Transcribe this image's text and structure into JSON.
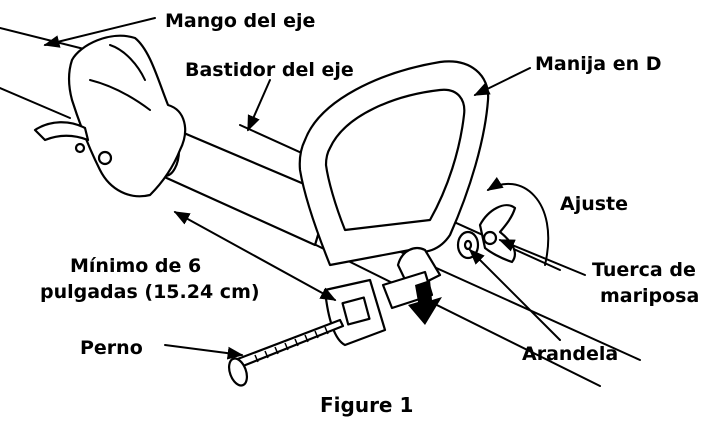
{
  "figure": {
    "caption": "Figure 1",
    "labels": {
      "shaft_handle": "Mango del eje",
      "shaft_housing": "Bastidor del eje",
      "d_handle": "Manija en D",
      "adjust": "Ajuste",
      "minimum_line1": "Mínimo de 6",
      "minimum_line2": "pulgadas (15.24 cm)",
      "wing_nut_line1": "Tuerca de",
      "wing_nut_line2": "mariposa",
      "bolt": "Perno",
      "washer": "Arandela"
    }
  }
}
